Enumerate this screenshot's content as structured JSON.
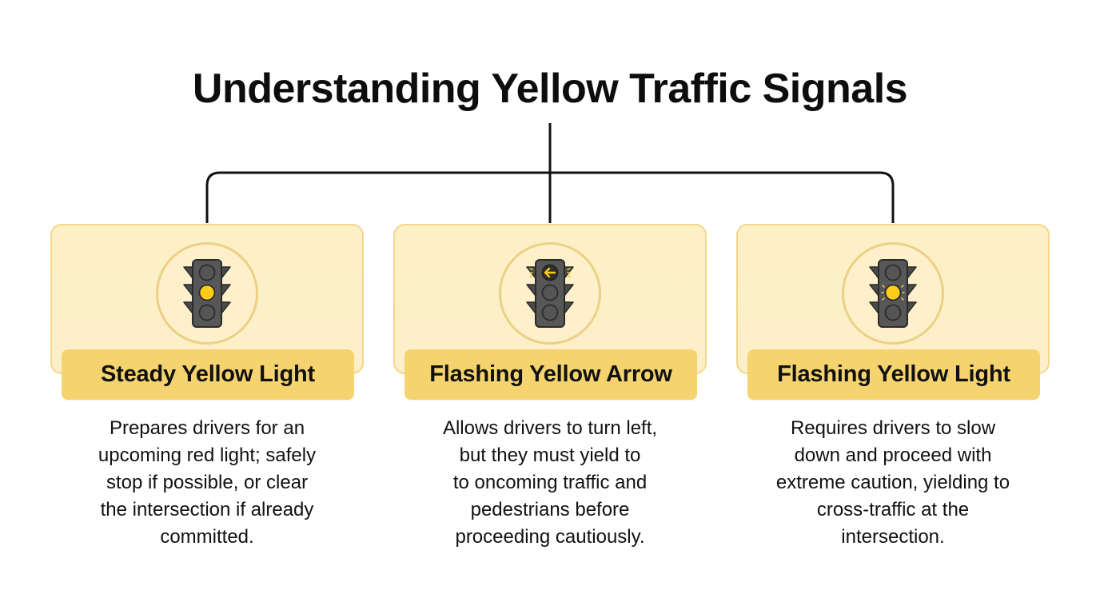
{
  "title": "Understanding Yellow Traffic Signals",
  "colors": {
    "card_background": "#fdf0c8",
    "card_border": "#f2d78c",
    "label_background": "#f5d46f",
    "signal_body": "#555555",
    "signal_outline": "#2b2b2b",
    "signal_lit": "#ffcc1a",
    "connector_line": "#111111"
  },
  "signals": [
    {
      "name": "Steady Yellow Light",
      "icon": "traffic-light-steady-yellow-icon",
      "description": "Prepares drivers for an\nupcoming red light; safely\nstop if possible, or clear\nthe intersection if already\ncommitted."
    },
    {
      "name": "Flashing Yellow Arrow",
      "icon": "traffic-light-flashing-yellow-arrow-icon",
      "description": "Allows drivers to turn left,\nbut they must yield to\nto oncoming traffic and\npedestrians before\nproceeding cautiously."
    },
    {
      "name": "Flashing Yellow Light",
      "icon": "traffic-light-flashing-yellow-icon",
      "description": "Requires drivers to slow\ndown and proceed with\nextreme caution, yielding to\ncross-traffic at the\nintersection."
    }
  ]
}
